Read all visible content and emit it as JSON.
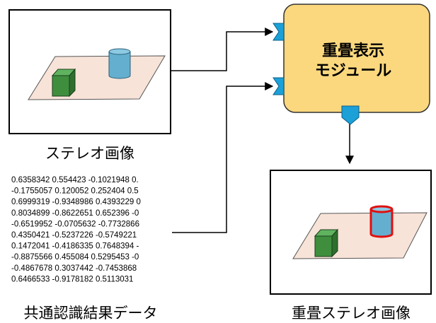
{
  "stereo_image": {
    "caption": "ステレオ画像"
  },
  "recognition_data": {
    "caption": "共通認識結果データ",
    "lines": [
      "0.6358342 0.554423 -0.1021948 0.",
      "-0.1755057 0.120052 0.252404 0.5",
      "0.6999319 -0.9348986 0.4393229 0",
      "0.8034899 -0.8622651 0.652396 -0",
      "-0.6519952 -0.0705632 -0.7732866",
      "0.4350421 -0.5237226 -0.5749221",
      "0.1472041 -0.4186335 0.7648394 -",
      "-0.8875566 0.455084 0.5295453 -0",
      "-0.4867678 0.3037442 -0.7453868",
      "0.6466533 -0.9178182 0.5113031"
    ]
  },
  "module": {
    "line1": "重畳表示",
    "line2": "モジュール"
  },
  "output_image": {
    "caption": "重畳ステレオ画像"
  },
  "colors": {
    "module_fill": "#FBD87E",
    "port_fill": "#1CA0D8",
    "plane_fill": "#F8E3D8",
    "cube_front": "#3E8E3E",
    "cylinder_fill": "#64AFCF",
    "highlight_outline": "#E01010"
  }
}
